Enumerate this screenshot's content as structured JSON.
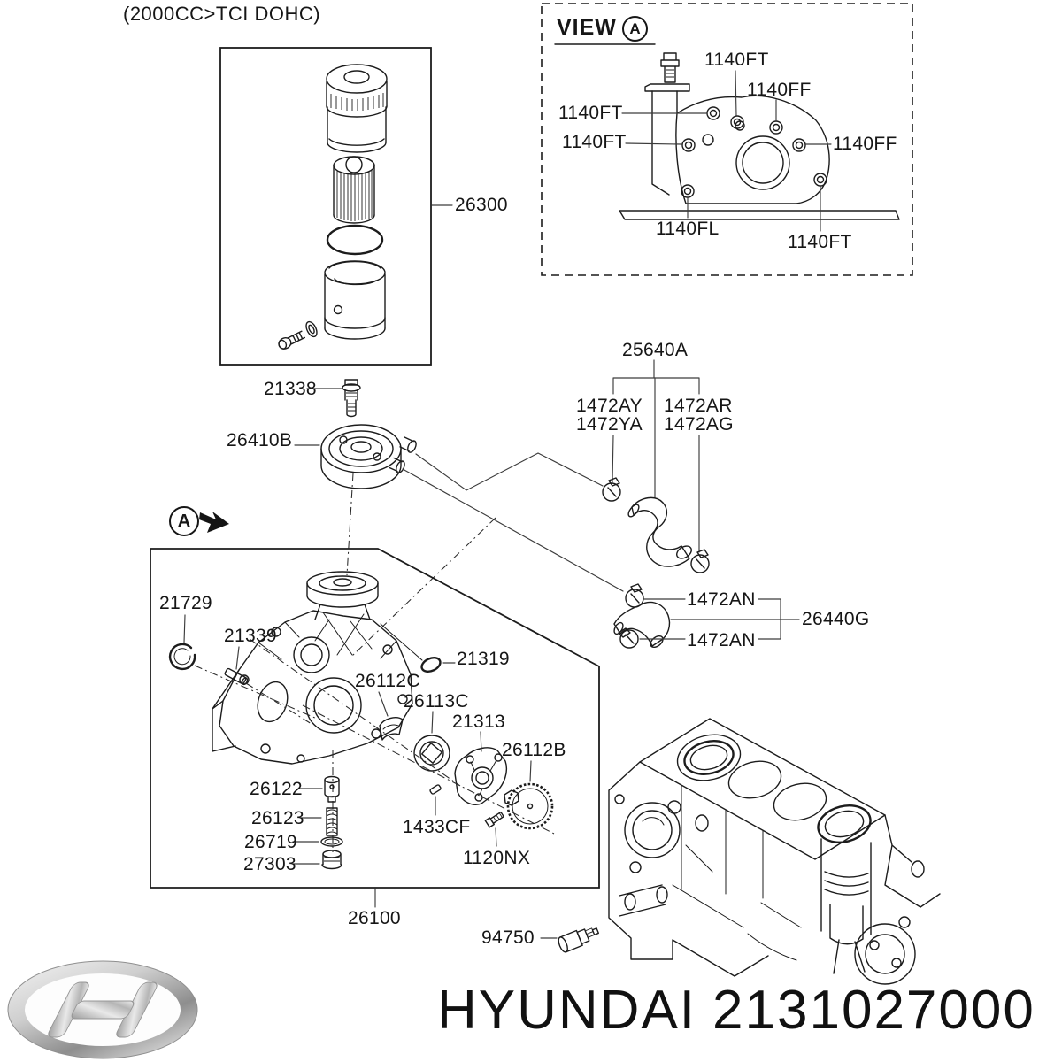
{
  "note": "(2000CC>TCI DOHC)",
  "section_marker": "A",
  "view_inset": {
    "title": "VIEW",
    "ref": "A",
    "bolt_ft_top": "1140FT",
    "bolt_ff_top": "1140FF",
    "bolt_ft_left_upper": "1140FT",
    "bolt_ft_left_lower": "1140FT",
    "bolt_ff_right": "1140FF",
    "bolt_fl_bottom": "1140FL",
    "bolt_ft_bottom_right": "1140FT"
  },
  "callouts": {
    "oil_filter_assy": "26300",
    "filter_stud": "21338",
    "oil_cooler": "26410B",
    "hose_assy": "25640A",
    "clamp_ay": "1472AY",
    "clamp_ya": "1472YA",
    "clamp_ar": "1472AR",
    "clamp_ag": "1472AG",
    "clamp_an_upper": "1472AN",
    "clamp_an_lower": "1472AN",
    "elbow_hose": "26440G",
    "front_seal": "21729",
    "dowel_pin": "21339",
    "o_ring": "21319",
    "valve_guide": "26112C",
    "pump_rotor": "26113C",
    "pump_cover": "21313",
    "pump_gear": "26112B",
    "relief_plunger": "26122",
    "relief_spring": "26123",
    "relief_gasket": "26719",
    "relief_plug": "27303",
    "cover_pin": "1433CF",
    "cover_bolt": "1120NX",
    "oil_pump_assy": "26100",
    "pressure_switch": "94750"
  },
  "footer": {
    "brand": "HYUNDAI",
    "part_number": "2131027000"
  },
  "colors": {
    "line": "#1c1c1c",
    "background": "#ffffff"
  }
}
